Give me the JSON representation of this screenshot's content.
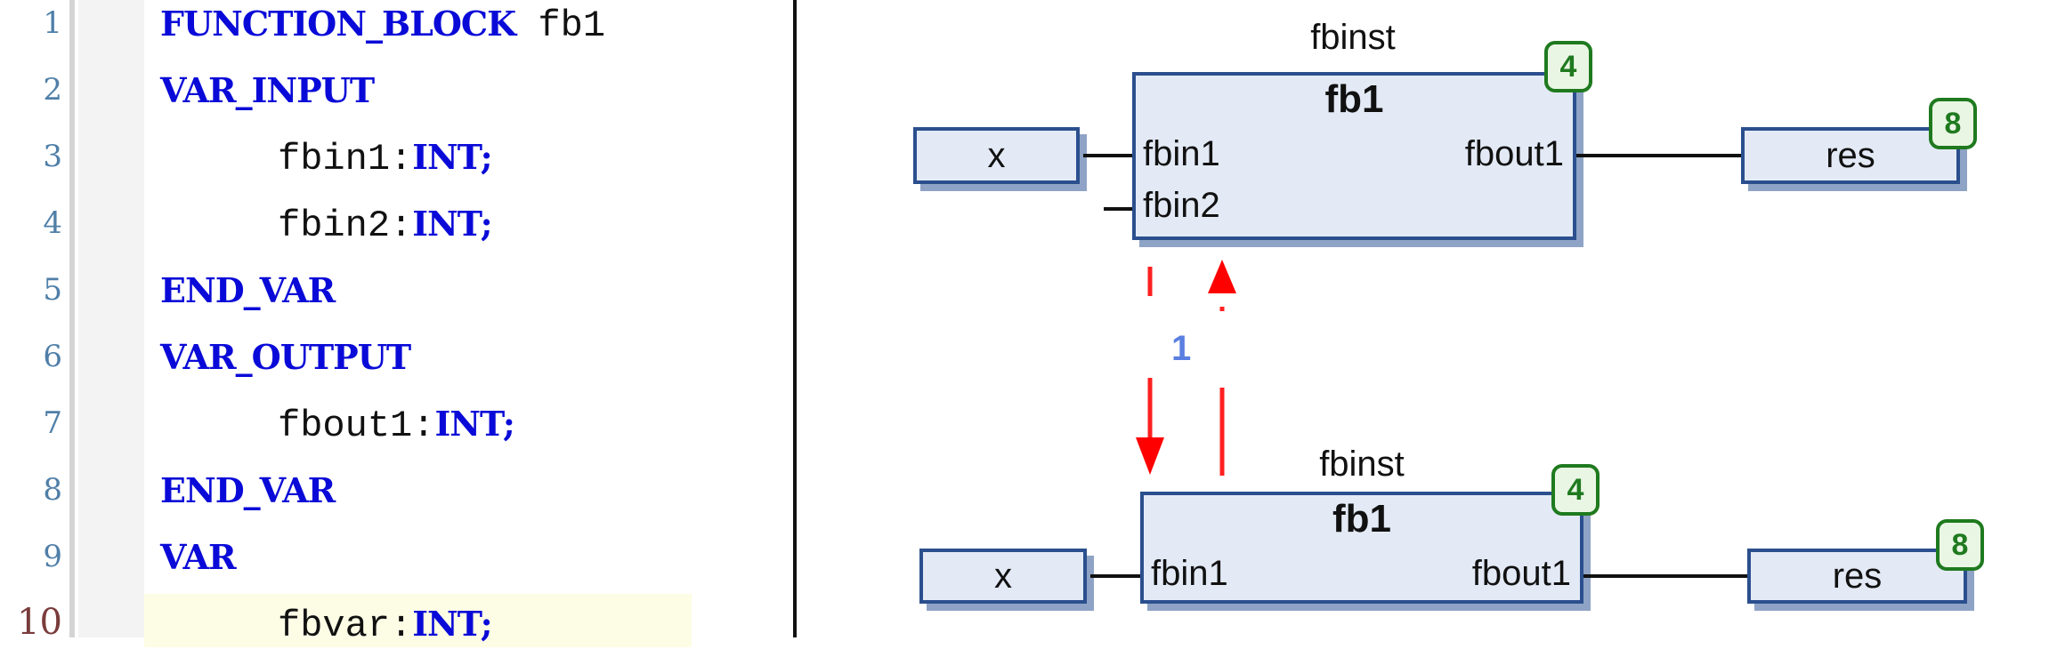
{
  "editor": {
    "current_line": 10,
    "lines": [
      {
        "num": "1",
        "tokens": [
          {
            "t": "FUNCTION_BLOCK",
            "k": "kw"
          },
          {
            "t": " fb1",
            "k": "ident"
          }
        ]
      },
      {
        "num": "2",
        "tokens": [
          {
            "t": "VAR_INPUT",
            "k": "kw"
          }
        ]
      },
      {
        "num": "3",
        "indent": true,
        "tokens": [
          {
            "t": "fbin1:",
            "k": "ident"
          },
          {
            "t": "INT;",
            "k": "kw"
          }
        ]
      },
      {
        "num": "4",
        "indent": true,
        "tokens": [
          {
            "t": "fbin2:",
            "k": "ident"
          },
          {
            "t": "INT;",
            "k": "kw"
          }
        ]
      },
      {
        "num": "5",
        "tokens": [
          {
            "t": "END_VAR",
            "k": "kw"
          }
        ]
      },
      {
        "num": "6",
        "tokens": [
          {
            "t": "VAR_OUTPUT",
            "k": "kw"
          }
        ]
      },
      {
        "num": "7",
        "indent": true,
        "tokens": [
          {
            "t": "fbout1:",
            "k": "ident"
          },
          {
            "t": "INT;",
            "k": "kw"
          }
        ]
      },
      {
        "num": "8",
        "tokens": [
          {
            "t": "END_VAR",
            "k": "kw"
          }
        ]
      },
      {
        "num": "9",
        "tokens": [
          {
            "t": "VAR",
            "k": "kw"
          }
        ]
      },
      {
        "num": "10",
        "indent": true,
        "tokens": [
          {
            "t": "fbvar:",
            "k": "ident"
          },
          {
            "t": "INT;",
            "k": "kw"
          }
        ]
      }
    ]
  },
  "diagram": {
    "top": {
      "instance": "fbinst",
      "type": "fb1",
      "inputs": [
        "fbin1",
        "fbin2"
      ],
      "outputs": [
        "fbout1"
      ],
      "input_var": "x",
      "output_var": "res",
      "block_order": "4",
      "output_order": "8"
    },
    "bottom": {
      "instance": "fbinst",
      "type": "fb1",
      "inputs": [
        "fbin1"
      ],
      "outputs": [
        "fbout1"
      ],
      "input_var": "x",
      "output_var": "res",
      "block_order": "4",
      "output_order": "8"
    },
    "step_label": "1",
    "colors": {
      "arrow": "#ff0000",
      "keyword": "#0a0ad8",
      "badge": "#1f7a1f",
      "step": "#5a7fe0"
    }
  }
}
